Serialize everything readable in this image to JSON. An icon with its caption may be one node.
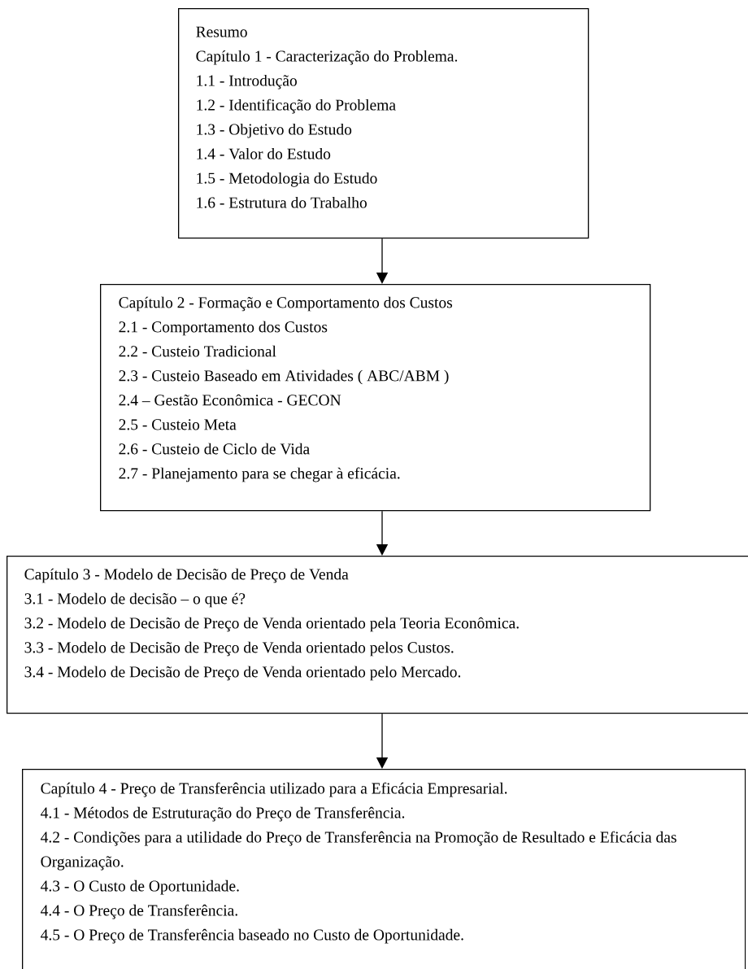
{
  "diagram": {
    "nodes": [
      {
        "text": [
          "Resumo",
          "Capítulo 1 - Caracterização do Problema.",
          "1.1 - Introdução",
          "1.2 - Identificação do Problema",
          "1.3 - Objetivo do Estudo",
          "1.4 - Valor do Estudo",
          "1.5 - Metodologia do Estudo",
          "1.6 - Estrutura do Trabalho"
        ]
      },
      {
        "text": [
          "Capítulo 2 - Formação e Comportamento dos Custos",
          "2.1 - Comportamento dos Custos",
          "2.2 - Custeio Tradicional",
          "2.3 - Custeio Baseado em Atividades ( ABC/ABM )",
          "2.4 – Gestão Econômica - GECON",
          "2.5 - Custeio Meta",
          "2.6 - Custeio de Ciclo de Vida",
          "2.7 - Planejamento para se chegar à eficácia."
        ]
      },
      {
        "text": [
          "Capítulo 3 - Modelo de Decisão de Preço de Venda",
          "3.1 - Modelo de decisão – o que é?",
          "3.2 - Modelo de Decisão de Preço de Venda orientado pela Teoria Econômica.",
          "3.3 - Modelo de Decisão de Preço de Venda orientado pelos Custos.",
          "3.4 - Modelo de Decisão de Preço de Venda orientado pelo Mercado."
        ]
      },
      {
        "text": [
          "Capítulo 4 - Preço de Transferência utilizado para a Eficácia Empresarial.",
          "4.1 - Métodos de Estruturação do Preço de Transferência.",
          "4.2 - Condições para a utilidade do Preço de Transferência na Promoção de Resultado e Eficácia das Organização.",
          "4.3 - O Custo de Oportunidade.",
          "4.4 - O Preço de Transferência.",
          "4.5 - O Preço de Transferência baseado no Custo de Oportunidade."
        ]
      }
    ],
    "edges": [
      {
        "from": 0,
        "to": 1,
        "arrow": "to"
      },
      {
        "from": 1,
        "to": 2,
        "arrow": "to"
      },
      {
        "from": 2,
        "to": 3,
        "arrow": "to"
      }
    ]
  }
}
